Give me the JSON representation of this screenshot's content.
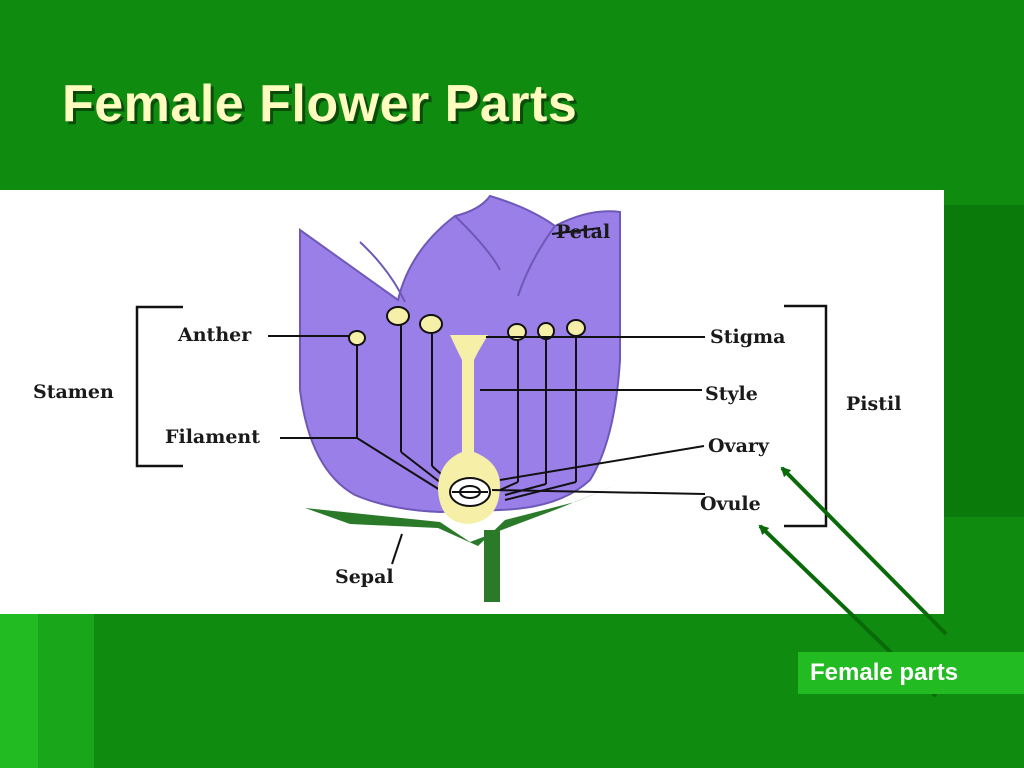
{
  "slide": {
    "title": "Female Flower Parts",
    "background_color": "#0f8c0f",
    "title_color": "#fffcc0",
    "callout_label": "Female parts",
    "callout_color": "#22bb22"
  },
  "diagram": {
    "labels": {
      "petal": "Petal",
      "anther": "Anther",
      "stamen": "Stamen",
      "filament": "Filament",
      "sepal": "Sepal",
      "stigma": "Stigma",
      "style": "Style",
      "ovary": "Ovary",
      "ovule": "Ovule",
      "pistil": "Pistil"
    },
    "colors": {
      "petal": "#9b7fe8",
      "pistil": "#f5efa8",
      "sepal": "#2a7a2a",
      "arrow": "#0a6a0a"
    }
  }
}
